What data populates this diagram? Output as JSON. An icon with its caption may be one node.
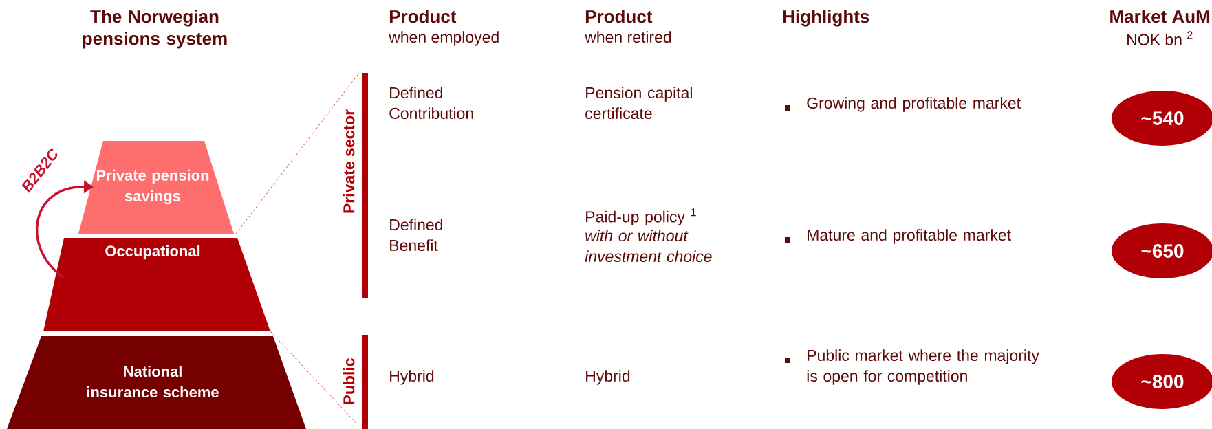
{
  "diagram": {
    "title": "The Norwegian pensions system",
    "nodes": [
      {
        "text": [
          "Private pension savings"
        ]
      },
      {
        "text": [
          "Occupational"
        ]
      },
      {
        "text": [
          "National insurance scheme"
        ]
      },
      {
        "text": [
          "~540"
        ]
      },
      {
        "text": [
          "~650"
        ]
      },
      {
        "text": [
          "~800"
        ]
      }
    ],
    "edges": [
      {
        "from": 1,
        "to": 0,
        "arrow": "to",
        "label": "B2B2C"
      }
    ],
    "labels": [
      "Product",
      "when employed",
      "Product",
      "when retired",
      "Highlights",
      "Market AuM",
      "NOK bn $^{2}$",
      "Private sector",
      "Defined Contribution",
      "Pension capital certificate",
      "Growing and profitable market",
      "Defined Benefit",
      "Paid-up policy $^{1}$",
      "with or without investment choice",
      "Mature and profitable market",
      "Public",
      "Hybrid",
      "Hybrid",
      "Public market where the majority is open for competition"
    ]
  }
}
